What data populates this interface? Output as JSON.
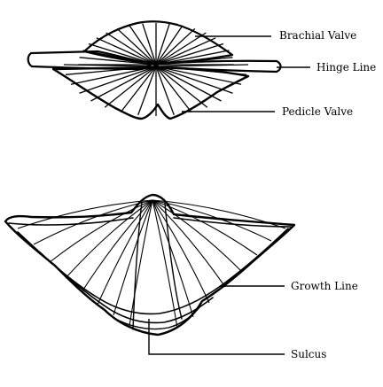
{
  "figure": {
    "top_view": {
      "labels": {
        "brachial_valve": "Brachial Valve",
        "hinge_line": "Hinge Line",
        "pedicle_valve": "Pedicle Valve"
      }
    },
    "bottom_view": {
      "labels": {
        "growth_line": "Growth Line",
        "sulcus": "Sulcus"
      }
    },
    "colors": {
      "ink": "#000000",
      "background": "#ffffff"
    }
  }
}
